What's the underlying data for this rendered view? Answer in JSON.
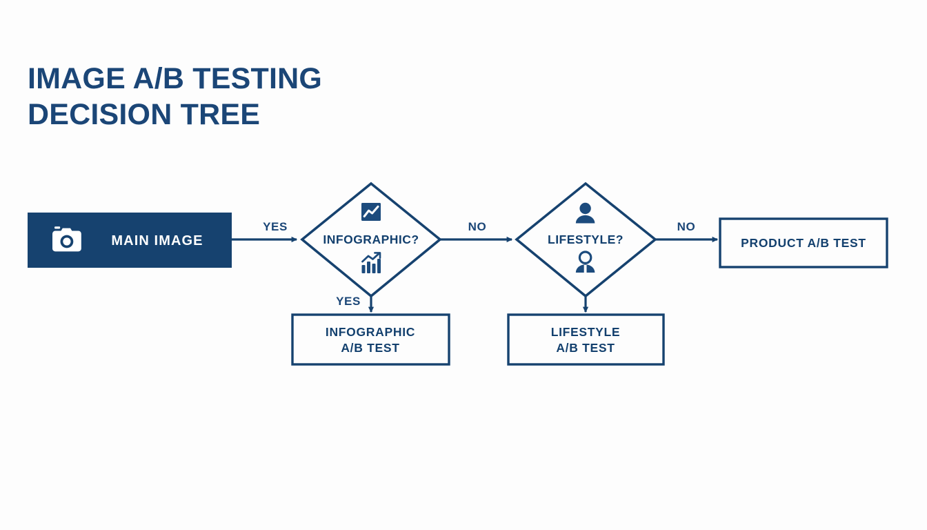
{
  "page": {
    "background_color": "#fdfdfd",
    "accent_color": "#1b4677",
    "line_color": "#16426f",
    "title_line1": "IMAGE A/B TESTING",
    "title_line2": "DECISION TREE"
  },
  "nodes": {
    "main_image": {
      "label": "MAIN IMAGE",
      "icon": "camera-icon",
      "style": "filled",
      "fill": "#16426f",
      "text_color": "#ffffff"
    },
    "infographic_question": {
      "label": "INFOGRAPHIC?",
      "shape": "diamond",
      "icon_top": "line-chart-icon",
      "icon_bottom": "bar-chart-growth-icon",
      "text_color": "#13406e"
    },
    "lifestyle_question": {
      "label": "LIFESTYLE?",
      "shape": "diamond",
      "icon_top": "person-icon",
      "icon_bottom": "person-tie-icon",
      "text_color": "#13406e"
    },
    "product_test": {
      "label": "PRODUCT A/B TEST",
      "shape": "rect",
      "style": "outlined",
      "text_color": "#13406e"
    },
    "infographic_test": {
      "label_line1": "INFOGRAPHIC",
      "label_line2": "A/B TEST",
      "shape": "rect",
      "style": "outlined",
      "text_color": "#13406e"
    },
    "lifestyle_test": {
      "label_line1": "LIFESTYLE",
      "label_line2": "A/B TEST",
      "shape": "rect",
      "style": "outlined",
      "text_color": "#13406e"
    }
  },
  "edges": {
    "main_to_infographic": "YES",
    "infographic_to_lifestyle": "NO",
    "infographic_to_test": "YES",
    "lifestyle_to_product": "NO",
    "lifestyle_to_test": ""
  }
}
